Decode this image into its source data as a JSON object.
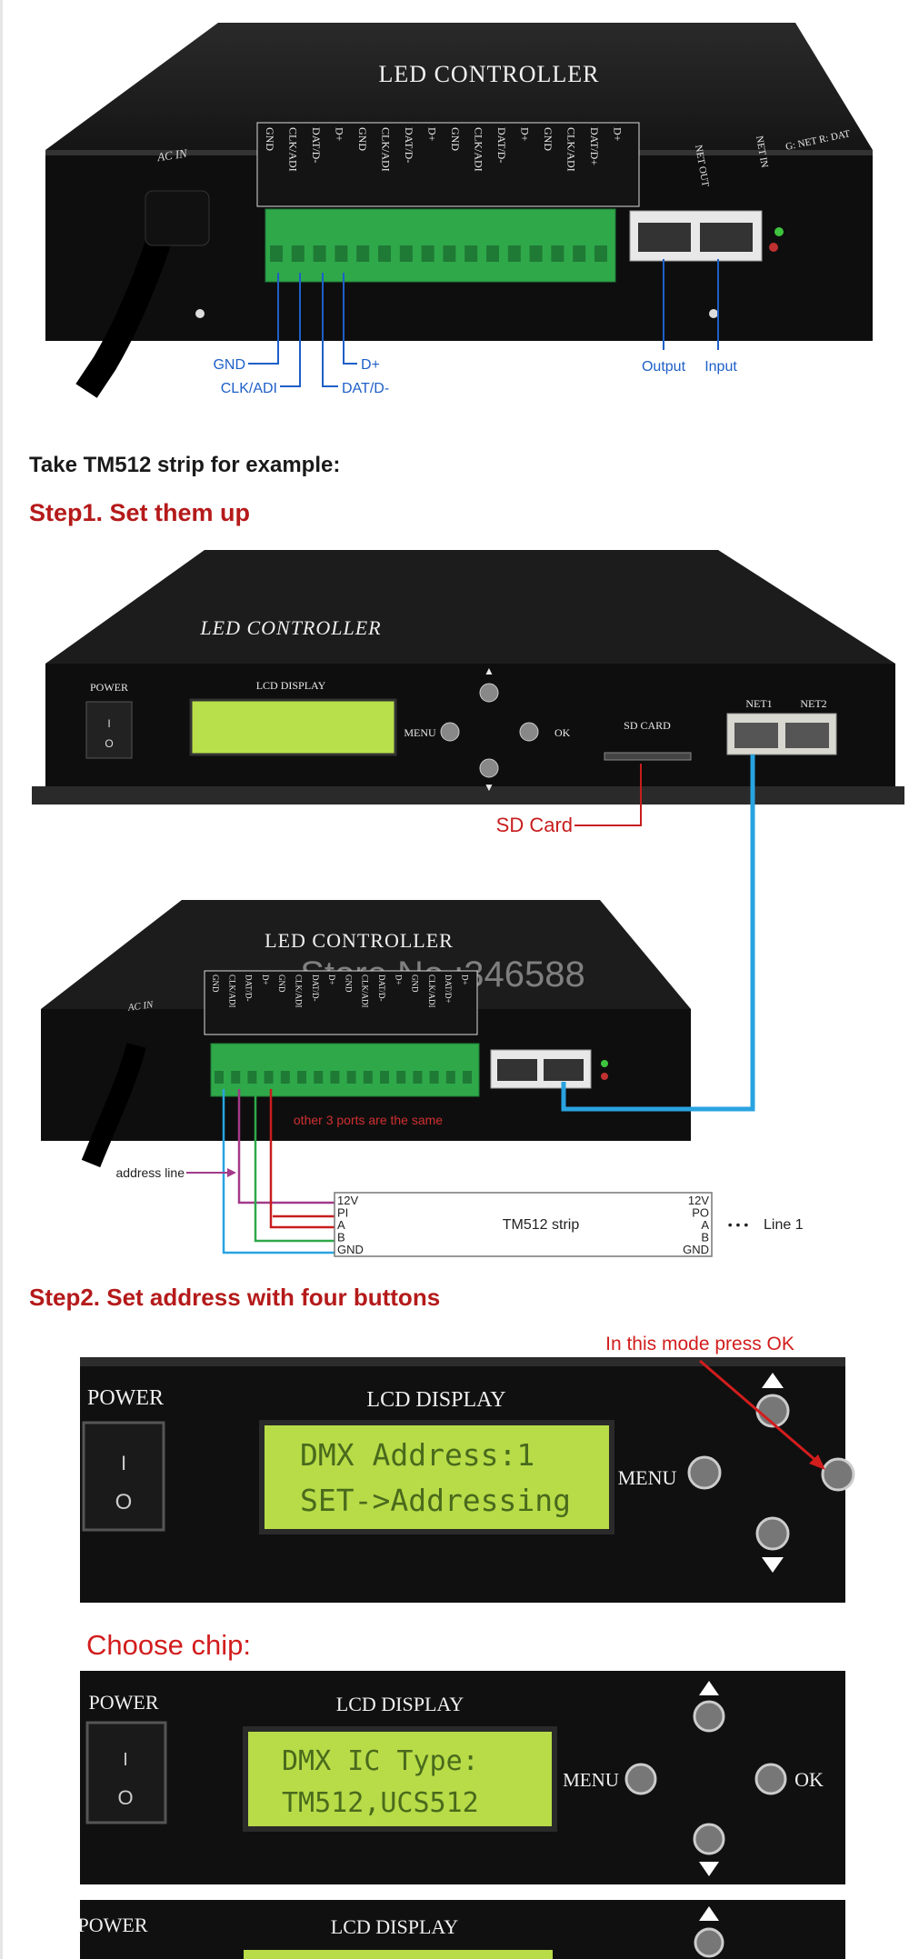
{
  "photo1": {
    "device_title": "LED CONTROLLER",
    "ac_in": "AC IN",
    "terminal_labels": [
      "GND",
      "CLK/ADI",
      "DAT/D-",
      "D+",
      "GND",
      "CLK/ADI",
      "DAT/D-",
      "D+",
      "GND",
      "CLK/ADI",
      "DAT/D-",
      "D+",
      "GND",
      "CLK/ADI",
      "DAT/D+",
      "D+"
    ],
    "net_out": "NET OUT",
    "net_in": "NET IN",
    "led_legend": "G: NET R: DAT",
    "callouts": {
      "gnd": "GND",
      "clk": "CLK/ADI",
      "dplus": "D+",
      "dat": "DAT/D-",
      "output": "Output",
      "input": "Input"
    }
  },
  "text": {
    "example": "Take TM512 strip for example:",
    "step1": "Step1. Set them up",
    "step2": "Step2. Set address with four buttons"
  },
  "photo2": {
    "device_title": "LED   CONTROLLER",
    "power": "POWER",
    "lcd_display": "LCD DISPLAY",
    "menu": "MENU",
    "ok": "OK",
    "sd_card": "SD CARD",
    "net1": "NET1",
    "net2": "NET2",
    "sd_callout": "SD Card"
  },
  "photo3": {
    "device_title": "LED CONTROLLER",
    "watermark": "Store No.:346588",
    "ac_in": "AC IN",
    "terminal_labels": [
      "GND",
      "CLK/ADI",
      "DAT/D-",
      "D+",
      "GND",
      "CLK/ADI",
      "DAT/D-",
      "D+",
      "GND",
      "CLK/ADI",
      "DAT/D-",
      "D+",
      "GND",
      "CLK/ADI",
      "DAT/D+",
      "D+"
    ],
    "ports_note": "other 3 ports are the same",
    "address_line": "address line",
    "strip_left": [
      "12V",
      "PI",
      "A",
      "B",
      "GND"
    ],
    "strip_right": [
      "12V",
      "PO",
      "A",
      "B",
      "GND"
    ],
    "strip_name": "TM512 strip",
    "line_label": "Line 1",
    "dots": "• • •"
  },
  "panel1": {
    "power": "POWER",
    "lcd_display": "LCD DISPLAY",
    "line1": "DMX Address:1",
    "line2": "SET->Addressing",
    "menu": "MENU",
    "note": "In this mode press OK"
  },
  "panel2": {
    "heading": "Choose chip:",
    "power": "POWER",
    "lcd_display": "LCD DISPLAY",
    "line1": "DMX IC Type:",
    "line2": "TM512,UCS512",
    "menu": "MENU",
    "ok": "OK"
  },
  "panel3": {
    "power": "POWER",
    "lcd_display": "LCD DISPLAY"
  },
  "colors": {
    "blue": "#1e5fc8",
    "red": "#c81d1d",
    "lcd_green": "#b8e04a",
    "terminal_green": "#2fa84a"
  }
}
